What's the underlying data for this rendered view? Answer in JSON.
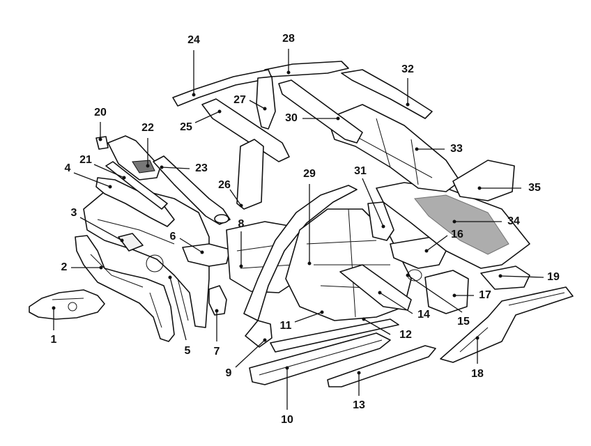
{
  "callouts": {
    "c1": "1",
    "c2": "2",
    "c3": "3",
    "c4": "4",
    "c5": "5",
    "c6": "6",
    "c7": "7",
    "c8": "8",
    "c9": "9",
    "c10": "10",
    "c11": "11",
    "c12": "12",
    "c13": "13",
    "c14": "14",
    "c15": "15",
    "c16": "16",
    "c17": "17",
    "c18": "18",
    "c19": "19",
    "c20": "20",
    "c21": "21",
    "c22": "22",
    "c23": "23",
    "c24": "24",
    "c25": "25",
    "c26": "26",
    "c27": "27",
    "c28": "28",
    "c29": "29",
    "c30": "30",
    "c31": "31",
    "c32": "32",
    "c33": "33",
    "c34": "34",
    "c35": "35"
  },
  "colors": {
    "line": "#111111",
    "background": "#ffffff",
    "hatch": "#777777"
  }
}
